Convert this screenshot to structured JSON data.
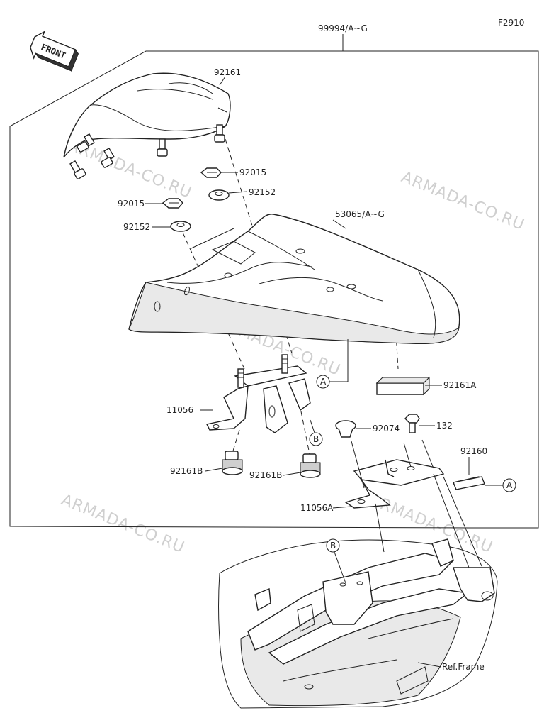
{
  "figure_code": "F2910",
  "front_label": "FRONT",
  "watermark": "ARMADA-CO.RU",
  "callouts": {
    "assembly": "99994/A~G",
    "seat_cover": "92161",
    "nut_upper": "92015",
    "washer_upper": "92152",
    "nut_left": "92015",
    "washer_left": "92152",
    "cowl": "53065/A~G",
    "pad": "92161A",
    "bracket_left": "11056",
    "damper_left": "92161B",
    "damper_right": "92161B",
    "grommet": "92074",
    "bolt": "132",
    "strip": "92160",
    "bracket_right": "11056A",
    "ref_frame": "Ref.Frame"
  },
  "markers": {
    "a_upper": "A",
    "b_upper": "B",
    "a_right": "A",
    "b_frame": "B"
  }
}
